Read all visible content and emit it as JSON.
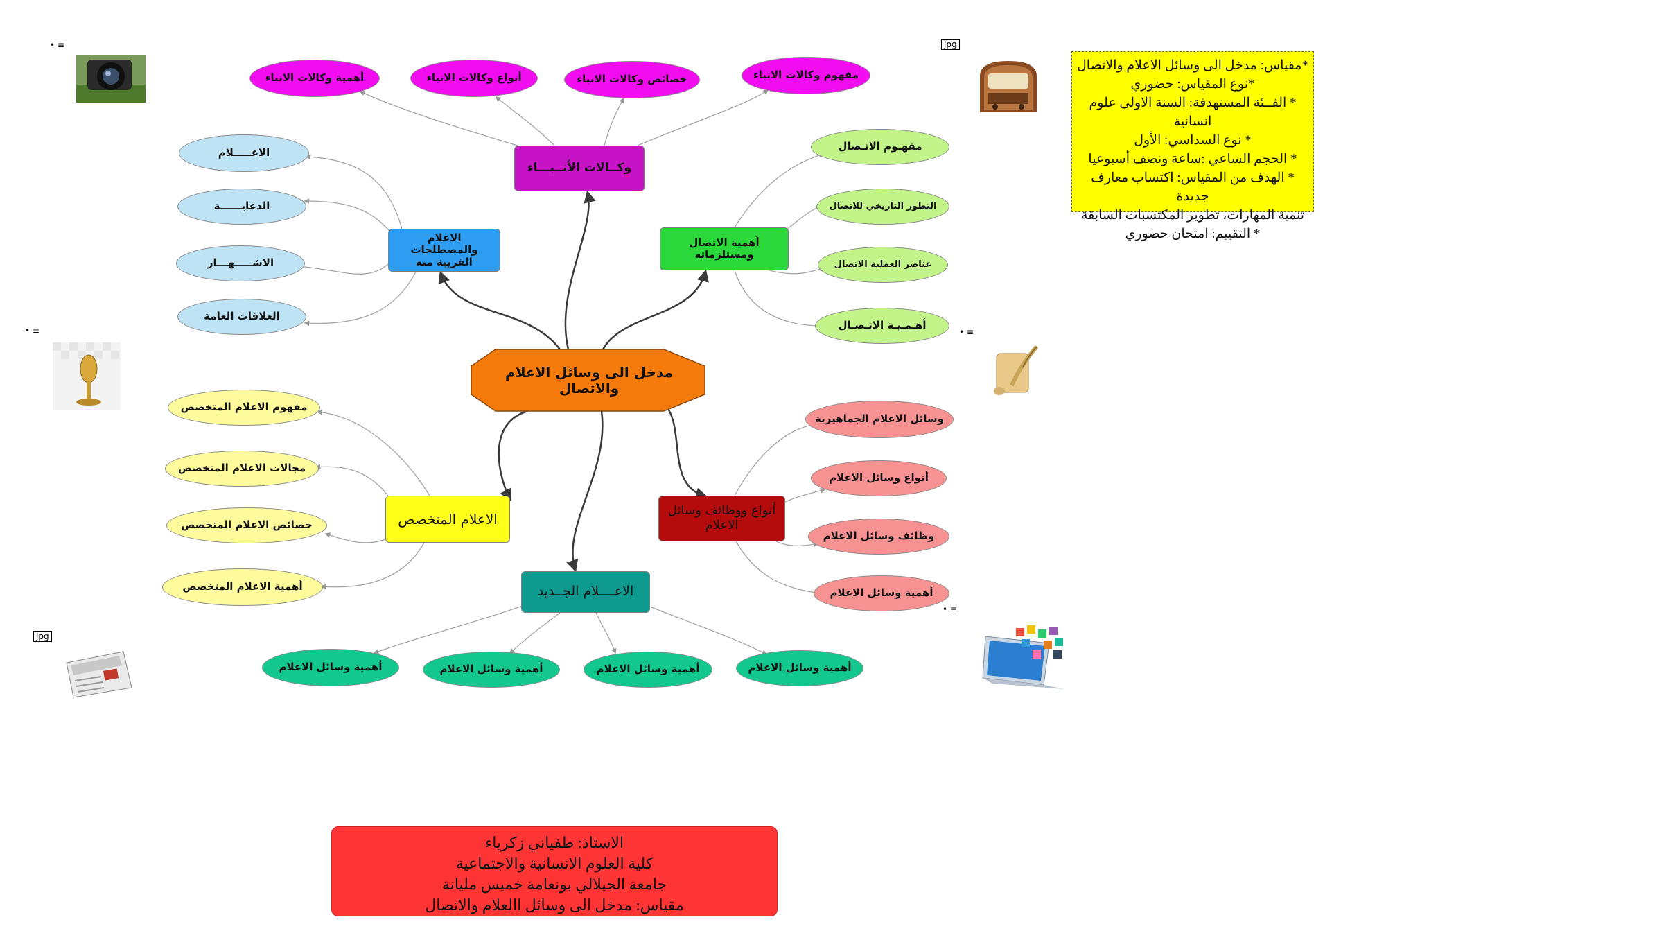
{
  "central": {
    "label": "مدخل الى وسائل الاعلام والاتصال"
  },
  "topics": {
    "agencies": {
      "label": "وكــالات الأنــبـــاء",
      "children": [
        "مفهوم وكالات الانباء",
        "خصائص وكالات الانباء",
        "أنواع وكالات الانباء",
        "أهمية وكالات الانباء"
      ]
    },
    "terms": {
      "label": "الاعلام والمصطلحات القريبة منه",
      "children": [
        "الاعـــــلام",
        "الدعايــــــة",
        "الاشـــــهـــار",
        "العلاقات العامة"
      ]
    },
    "importance": {
      "label": "أهمية الاتصال ومستلزماته",
      "children": [
        "مفهـوم الاتـصال",
        "التطور التاريخي للاتصال",
        "عناصر العملية الاتصال",
        "أهـمـيـة الاتـصـال"
      ]
    },
    "specialized": {
      "label": "الاعلام المتخصص",
      "children": [
        "مفهوم الاعلام المتخصص",
        "مجالات الاعلام المتخصص",
        "خصائص الاعلام المتخصص",
        "أهمية الاعلام المتخصص"
      ]
    },
    "types": {
      "label": "أنواع ووظائف وسائل الاعلام",
      "children": [
        "وسائل الاعلام الجماهيرية",
        "أنواع وسائل الاعلام",
        "وظائف وسائل الاعلام",
        "أهمية  وسائل الاعلام"
      ]
    },
    "newmedia": {
      "label": "الاعــــلام الجــديد",
      "children": [
        "أهمية  وسائل الاعلام",
        "أهمية  وسائل الاعلام",
        "أهمية  وسائل الاعلام",
        "أهمية  وسائل الاعلام"
      ]
    }
  },
  "info_box": {
    "lines": [
      "*مقياس: مدخل الى وسائل الاعلام والاتصال",
      "*نوع المقياس: حضوري",
      "* الفــئة المستهدفة: السنة الاولى علوم انسانية",
      "* نوع السداسي: الأول",
      "* الحجم الساعي :ساعة ونصف أسبوعيا",
      "* الهدف من المقياس: اكتساب معارف جديدة",
      "تنمية المهارات، تطوير المكتسبات السابقة",
      "* التقييم: امتحان حضوري"
    ]
  },
  "footer_box": {
    "lines": [
      "الاستاذ: طفياني زكرياء",
      "كلية العلوم الانسانية والاجتماعية",
      "جامعة الجيلالي بونعامة خميس مليانة",
      "مقياس: مدخل الى وسائل االعلام والاتصال"
    ]
  },
  "image_tags": {
    "jpg": "jpg",
    "e": "• ≡"
  },
  "icons": [
    "camera-icon",
    "radio-icon",
    "microphone-icon",
    "scroll-quill-icon",
    "newspaper-icon",
    "laptop-apps-icon"
  ],
  "colors": {
    "central": "#f47a0c",
    "agencies": "#c613c6",
    "agencies_child": "#f20cf0",
    "terms": "#2e9cf0",
    "terms_child": "#bde3f4",
    "importance": "#2bd83a",
    "importance_child": "#c2f48a",
    "specialized": "#ffff1a",
    "specialized_child": "#fdfb9c",
    "types": "#b40c0c",
    "types_child": "#f79293",
    "newmedia": "#0f9a90",
    "newmedia_child": "#12c88e",
    "info_box": "#ffff00",
    "footer_box": "#ff3434"
  }
}
